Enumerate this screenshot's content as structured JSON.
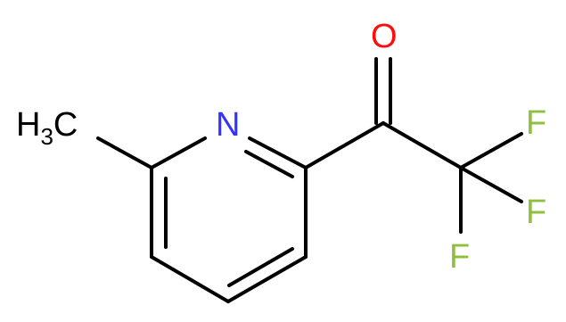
{
  "molecule": {
    "labels": {
      "methyl_H": "H",
      "methyl_sub": "3",
      "methyl_C": "C",
      "nitrogen": "N",
      "oxygen": "O",
      "fluorine_1": "F",
      "fluorine_2": "F",
      "fluorine_3": "F"
    },
    "colors": {
      "bond": "#000000",
      "carbon": "#000000",
      "nitrogen": "#3333ff",
      "oxygen": "#ff0d0d",
      "fluorine": "#8fbf3f"
    }
  }
}
